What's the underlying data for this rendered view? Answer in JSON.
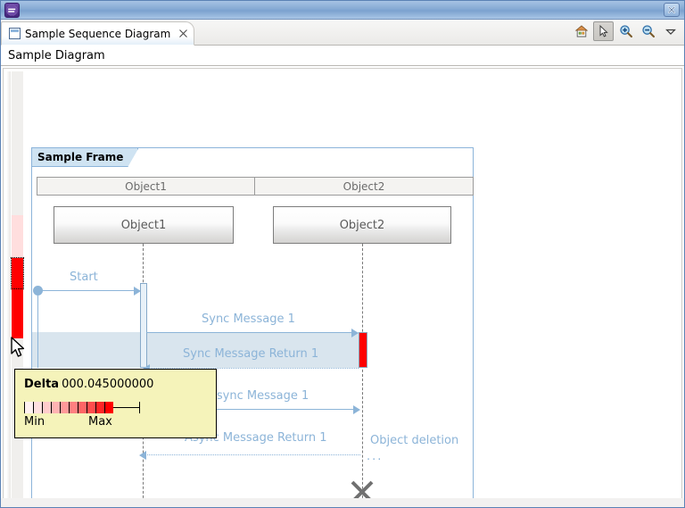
{
  "window": {
    "title": "",
    "logo_icon": "eclipse-logo-icon",
    "close_icon": "window-close-icon"
  },
  "tab": {
    "icon": "diagram-file-icon",
    "label": "Sample Sequence Diagram",
    "close_icon": "tab-close-icon"
  },
  "toolbar": {
    "items": [
      {
        "name": "home-icon",
        "label": "Home",
        "pressed": false
      },
      {
        "name": "select-cursor-icon",
        "label": "Select",
        "pressed": true
      },
      {
        "name": "zoom-in-icon",
        "label": "Zoom In",
        "pressed": false
      },
      {
        "name": "zoom-out-icon",
        "label": "Zoom Out",
        "pressed": false
      },
      {
        "name": "chevron-down-icon",
        "label": "View Menu",
        "pressed": false
      }
    ]
  },
  "header": {
    "title": "Sample Diagram"
  },
  "diagram": {
    "frame_label": "Sample Frame",
    "object_headers": [
      "Object1",
      "Object2"
    ],
    "lifelines": [
      "Object1",
      "Object2"
    ],
    "messages": [
      {
        "label": "Start",
        "style": "solid"
      },
      {
        "label": "Sync Message 1",
        "style": "solid"
      },
      {
        "label": "Sync Message Return 1",
        "style": "dotted"
      },
      {
        "label": "Async Message 1",
        "style": "solid"
      },
      {
        "label": "Async Message Return 1",
        "style": "dotted"
      }
    ],
    "object_deletion_label": "Object deletion",
    "deletion_ellipsis": "...",
    "colors": {
      "message": "#8cb4d8",
      "frame_border": "#8cb4da",
      "frame_tag_bg": "#cfe3f2",
      "selection_band": "#d9e5ee",
      "activation_hot": "#ff0000",
      "ruler_light": "#ffdede"
    }
  },
  "tooltip": {
    "key": "Delta",
    "value": "000.045000000",
    "min_label": "Min",
    "max_label": "Max",
    "gradient_from": "#ffeaea",
    "gradient_to": "#ff0000",
    "segments": 10
  }
}
